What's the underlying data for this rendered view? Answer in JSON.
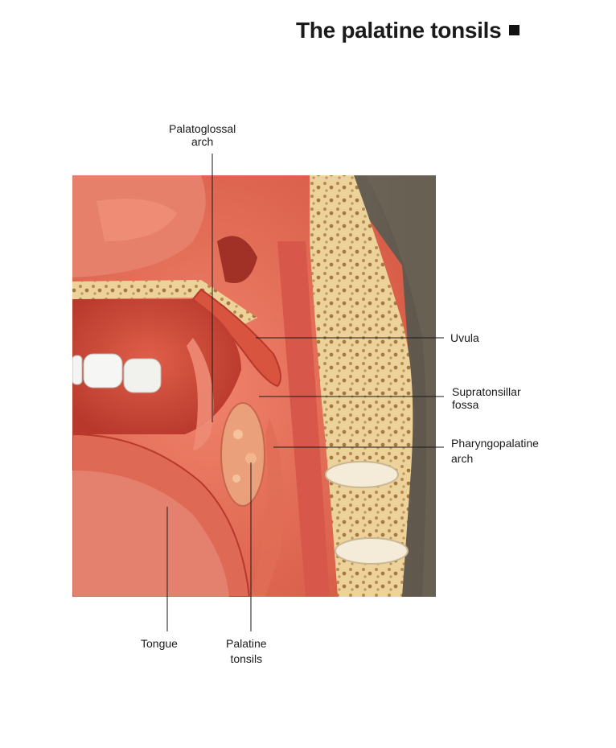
{
  "title": "The palatine tonsils",
  "labels": {
    "palatoglossal_arch": [
      "Palatoglossal",
      "arch"
    ],
    "uvula": [
      "Uvula"
    ],
    "supratonsillar_fossa": [
      "Supratonsillar",
      "fossa"
    ],
    "pharyngopalatine_arch": [
      "Pharyngopalatine",
      "arch"
    ],
    "tongue": [
      "Tongue"
    ],
    "palatine_tonsils": [
      "Palatine",
      "tonsils"
    ]
  },
  "colors": {
    "tissue": "#e8705a",
    "tissue_dark": "#c94a3a",
    "bone": "#e9c98e",
    "background_shadow": "#6e6558"
  }
}
